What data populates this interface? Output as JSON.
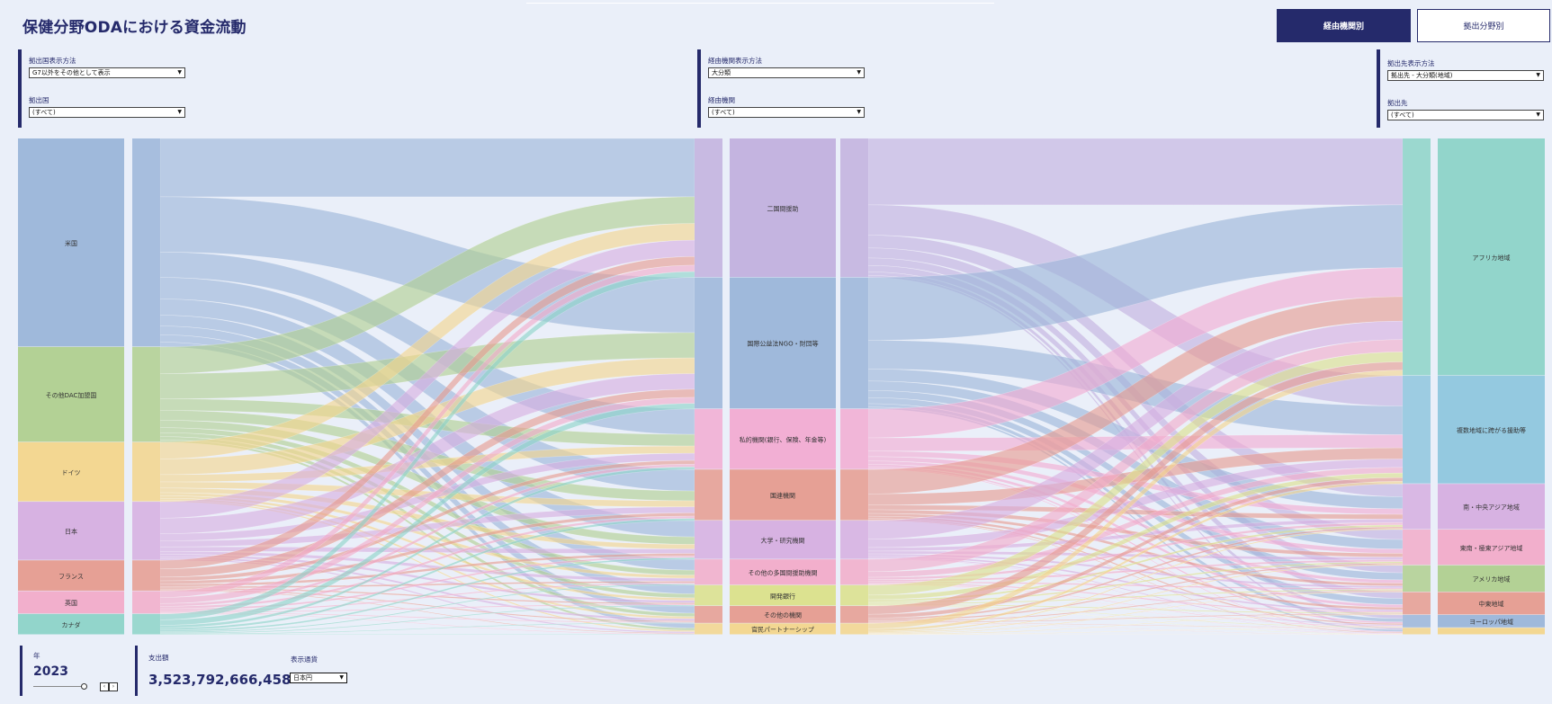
{
  "header": {
    "title": "保健分野ODAにおける資金流動"
  },
  "view_mode": {
    "active": "経由機関別",
    "inactive": "拠出分野別"
  },
  "filters": {
    "donor_display_label": "拠出国表示方法",
    "donor_display_value": "G7以外をその他として表示",
    "donor_label": "拠出国",
    "donor_value": "(すべて)",
    "channel_display_label": "経由機関表示方法",
    "channel_display_value": "大分類",
    "channel_label": "経由機関",
    "channel_value": "(すべて)",
    "recipient_display_label": "拠出先表示方法",
    "recipient_display_value": "拠出先 - 大分類(地域)",
    "recipient_label": "拠出先",
    "recipient_value": "(すべて)"
  },
  "footer": {
    "year_label": "年",
    "year_value": "2023",
    "prev_icon": "‹",
    "next_icon": "›",
    "amount_label": "支出額",
    "amount_value": "3,523,792,666,458",
    "unit_label": "表示通貨",
    "unit_value": "日本円"
  },
  "chart_data": {
    "type": "sankey",
    "columns": [
      "拠出国",
      "経由機関",
      "拠出先"
    ],
    "donors": [
      {
        "name": "米国",
        "share": 0.42,
        "color": "#9bb5d9"
      },
      {
        "name": "その他DAC加盟国",
        "share": 0.192,
        "color": "#b0cf8f"
      },
      {
        "name": "ドイツ",
        "share": 0.12,
        "color": "#f3d58c"
      },
      {
        "name": "日本",
        "share": 0.118,
        "color": "#d6aee0"
      },
      {
        "name": "フランス",
        "share": 0.062,
        "color": "#e69b8f"
      },
      {
        "name": "英国",
        "share": 0.046,
        "color": "#f2abc9"
      },
      {
        "name": "カナダ",
        "share": 0.042,
        "color": "#8dd3c8"
      }
    ],
    "channels": [
      {
        "name": "二国間援助",
        "share": 0.28,
        "color": "#c2b0de"
      },
      {
        "name": "国際公益法NGO・財団等",
        "share": 0.265,
        "color": "#9bb5d9"
      },
      {
        "name": "私的機関(銀行、保険、年金等)",
        "share": 0.122,
        "color": "#f2abd2"
      },
      {
        "name": "国連機関",
        "share": 0.103,
        "color": "#e69b8f"
      },
      {
        "name": "大学・研究機関",
        "share": 0.078,
        "color": "#d6aee0"
      },
      {
        "name": "その他の多国間援助機関",
        "share": 0.052,
        "color": "#f2abc9"
      },
      {
        "name": "開発銀行",
        "share": 0.042,
        "color": "#dbe08a"
      },
      {
        "name": "その他の機関",
        "share": 0.035,
        "color": "#e69b8f"
      },
      {
        "name": "官民パートナーシップ",
        "share": 0.023,
        "color": "#f3d58c"
      }
    ],
    "recipients": [
      {
        "name": "アフリカ地域",
        "share": 0.478,
        "color": "#8dd3c8"
      },
      {
        "name": "複数地域に跨がる援助等",
        "share": 0.218,
        "color": "#8fc6de"
      },
      {
        "name": "南・中央アジア地域",
        "share": 0.092,
        "color": "#d6aee0"
      },
      {
        "name": "東南・極東アジア地域",
        "share": 0.072,
        "color": "#f2abc9"
      },
      {
        "name": "アメリカ地域",
        "share": 0.054,
        "color": "#b0cf8f"
      },
      {
        "name": "中東地域",
        "share": 0.046,
        "color": "#e69b8f"
      },
      {
        "name": "ヨーロッパ地域",
        "share": 0.026,
        "color": "#9bb5d9"
      },
      {
        "name": "",
        "share": 0.014,
        "color": "#f3d58c"
      }
    ]
  }
}
